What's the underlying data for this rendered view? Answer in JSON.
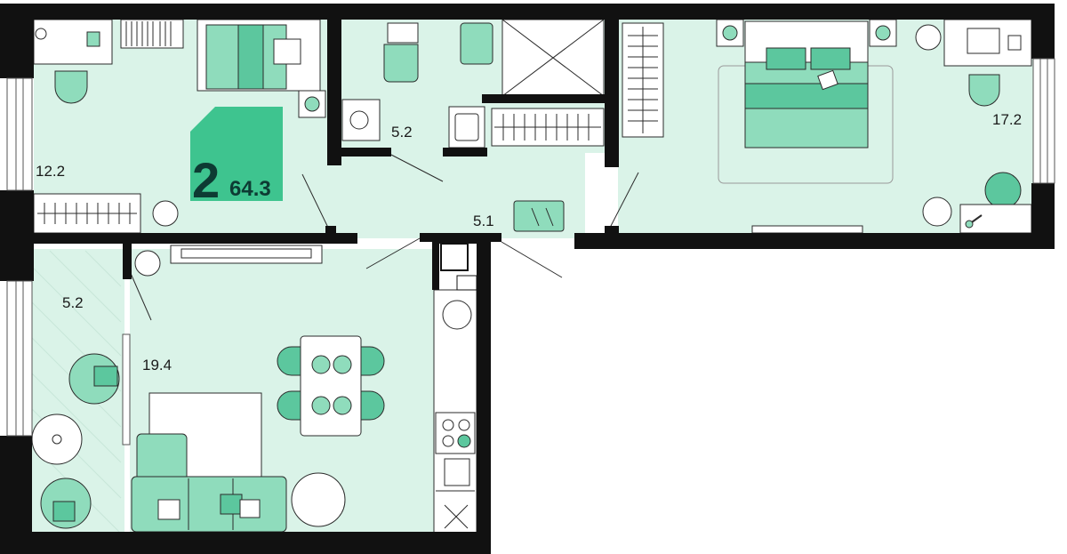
{
  "badge": {
    "rooms": "2",
    "total_area": "64.3"
  },
  "rooms": {
    "bedroom_small": "12.2",
    "bathroom": "5.2",
    "bedroom_large": "17.2",
    "hallway": "5.1",
    "balcony": "5.2",
    "living_kitchen": "19.4"
  },
  "colors": {
    "wall": "#111111",
    "floor": "#daf3e8",
    "furniture": "#8fdcbc",
    "furniture_dark": "#5cc79e",
    "badge": "#3ec48f",
    "badge_text": "#0d3b33"
  }
}
